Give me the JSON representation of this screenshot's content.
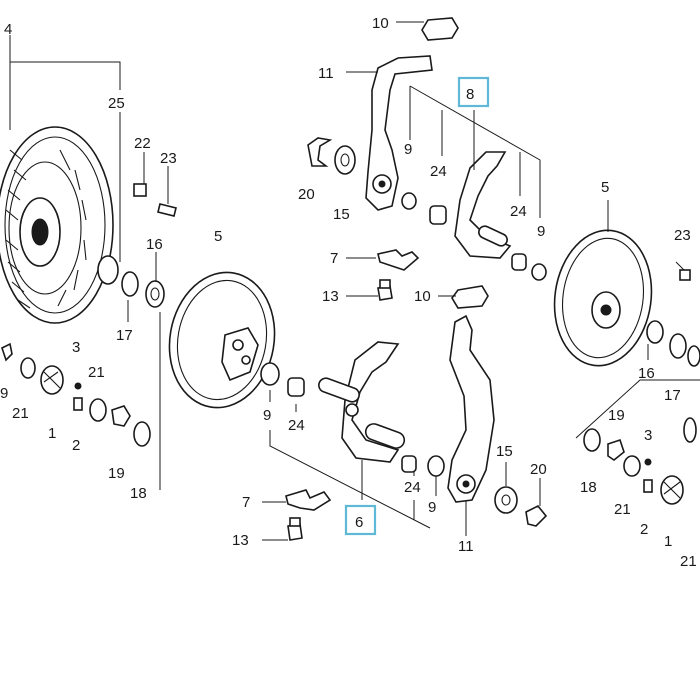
{
  "callouts": {
    "c10a": "10",
    "c11a": "11",
    "c8": "8",
    "c4": "4",
    "c25": "25",
    "c22": "22",
    "c23a": "23",
    "c9a": "9",
    "c24a": "24",
    "c20a": "20",
    "c15a": "15",
    "c24b": "24",
    "c9b": "9",
    "c5a": "5",
    "c23b": "23",
    "c16a": "16",
    "c7a": "7",
    "c17a": "17",
    "c13a": "13",
    "c10b": "10",
    "c3a": "3",
    "c21a": "21",
    "c9c": "9",
    "c21b": "21",
    "c1a": "1",
    "c2a": "2",
    "c19a": "19",
    "c18a": "18",
    "c9d": "9",
    "c24c": "24",
    "c16b": "16",
    "c17b": "17",
    "c19b": "19",
    "c3b": "3",
    "c15b": "15",
    "c20b": "20",
    "c24d": "24",
    "c9e": "9",
    "c7b": "7",
    "c6": "6",
    "c18b": "18",
    "c21c": "21",
    "c2b": "2",
    "c11b": "11",
    "c13b": "13",
    "c1b": "1",
    "c21d": "21",
    "c5b": "5"
  },
  "colors": {
    "line": "#1a1a1a",
    "highlight_box": "#5fb8d6",
    "background": "#ffffff"
  }
}
